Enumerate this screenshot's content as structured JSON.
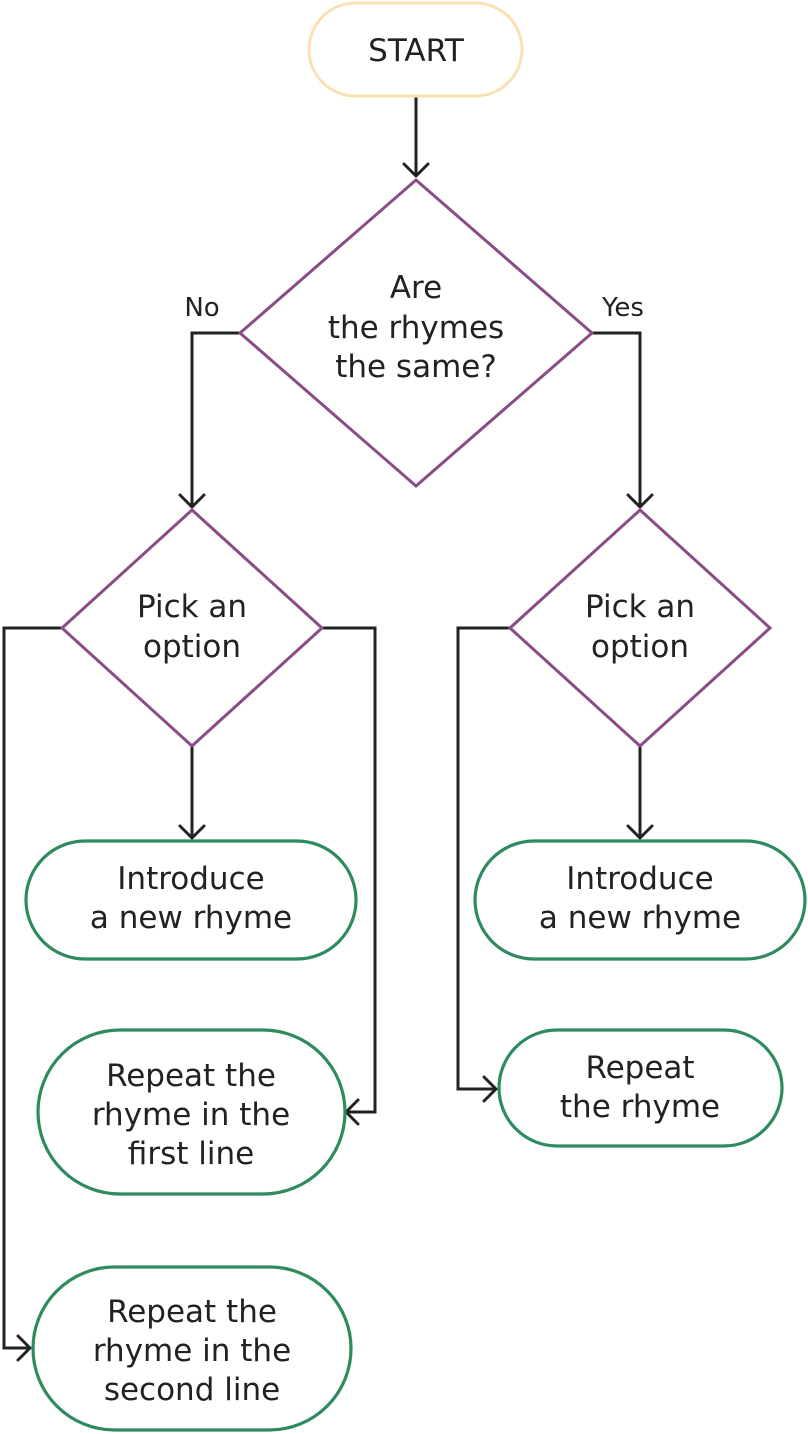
{
  "colors": {
    "start_border": "#fbe0b3",
    "decision_border": "#8a4b86",
    "action_border": "#2e8b5e",
    "line": "#222222",
    "text": "#222222"
  },
  "nodes": {
    "start": {
      "label": "START"
    },
    "decision_rhymes": {
      "lines": [
        "Are",
        "the rhymes",
        "the same?"
      ]
    },
    "decision_left": {
      "lines": [
        "Pick an",
        "option"
      ]
    },
    "decision_right": {
      "lines": [
        "Pick an",
        "option"
      ]
    },
    "left_introduce": {
      "lines": [
        "Introduce",
        "a new rhyme"
      ]
    },
    "left_repeat_first": {
      "lines": [
        "Repeat the",
        "rhyme in the",
        "first line"
      ]
    },
    "left_repeat_second": {
      "lines": [
        "Repeat the",
        "rhyme in the",
        "second line"
      ]
    },
    "right_introduce": {
      "lines": [
        "Introduce",
        "a new rhyme"
      ]
    },
    "right_repeat": {
      "lines": [
        "Repeat",
        "the rhyme"
      ]
    }
  },
  "edges": {
    "no_label": "No",
    "yes_label": "Yes"
  }
}
